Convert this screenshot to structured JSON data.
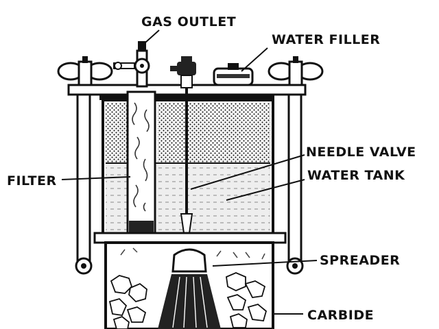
{
  "diagram": {
    "labels": {
      "gas_outlet": "GAS OUTLET",
      "water_filler": "WATER FILLER",
      "needle_valve": "NEEDLE VALVE",
      "water_tank": "WATER TANK",
      "filter": "FILTER",
      "spreader": "SPREADER",
      "carbide": "CARBIDE"
    },
    "colors": {
      "ink": "#111111",
      "paper": "#ffffff",
      "water": "#e9e9e9",
      "metal": "#d0d0d0"
    }
  }
}
